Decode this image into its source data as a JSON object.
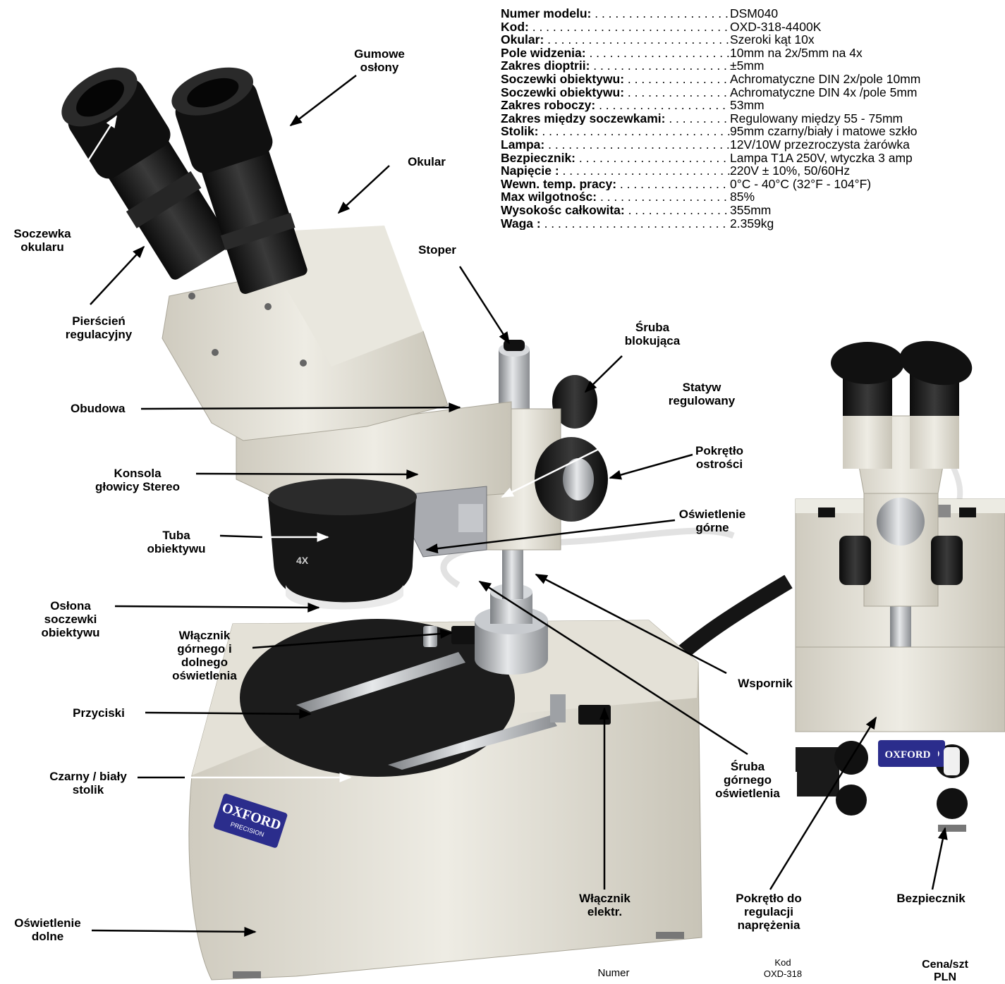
{
  "specs": [
    {
      "k": "Numer modelu:",
      "v": "DSM040"
    },
    {
      "k": "Kod:",
      "v": "OXD-318-4400K"
    },
    {
      "k": "Okular:",
      "v": "Szeroki kąt 10x"
    },
    {
      "k": "Pole widzenia:",
      "v": "10mm na 2x/5mm na 4x"
    },
    {
      "k": "Zakres dioptrii:",
      "v": "±5mm"
    },
    {
      "k": "Soczewki obiektywu:",
      "v": "Achromatyczne DIN 2x/pole 10mm"
    },
    {
      "k": "Soczewki obiektywu:",
      "v": "Achromatyczne DIN 4x /pole 5mm"
    },
    {
      "k": "Zakres roboczy:",
      "v": "53mm"
    },
    {
      "k": "Zakres między soczewkami:",
      "v": "Regulowany między 55 - 75mm"
    },
    {
      "k": "Stolik:",
      "v": "95mm czarny/biały i matowe szkło"
    },
    {
      "k": "Lampa:",
      "v": "12V/10W przezroczysta żarówka"
    },
    {
      "k": "Bezpiecznik:",
      "v": "Lampa T1A 250V, wtyczka 3 amp"
    },
    {
      "k": "Napięcie :",
      "v": "220V ± 10%, 50/60Hz"
    },
    {
      "k": "Wewn. temp. pracy:",
      "v": "0°C - 40°C (32°F - 104°F)"
    },
    {
      "k": "Max wilgotnośc:",
      "v": "85%"
    },
    {
      "k": "Wysokośc całkowita:",
      "v": "355mm"
    },
    {
      "k": "Waga :",
      "v": "2.359kg"
    }
  ],
  "labels": {
    "gumowe": "Gumowe\nosłony",
    "okular": "Okular",
    "soczewka": "Soczewka\nokularu",
    "stoper": "Stoper",
    "pierscien": "Pierścień\nregulacyjny",
    "sruba_blok": "Śruba\nblokująca",
    "statyw": "Statyw\nregulowany",
    "obudowa": "Obudowa",
    "pokretlo_ostr": "Pokrętło\nostrości",
    "konsola": "Konsola\ngłowicy Stereo",
    "osw_gorne": "Oświetlenie\ngórne",
    "tuba": "Tuba\nobiektywu",
    "oslona": "Osłona\nsoczewki\nobiektywu",
    "wlacznik_gd": "Włącznik\ngórnego i\ndolnego\noświetlenia",
    "wspornik": "Wspornik",
    "przyciski": "Przyciski",
    "sruba_gorn": "Śruba\ngórnego\noświetlenia",
    "stolik": "Czarny / biały\nstolik",
    "wlacznik_el": "Włącznik\nelektr.",
    "pokretlo_nap": "Pokrętło do\nregulacji\nnaprężenia",
    "bezpiecznik": "Bezpiecznik",
    "osw_dolne": "Oświetlenie\ndolne"
  },
  "logo": {
    "line1": "OXFORD",
    "line2": "PRECISION"
  },
  "objective_mark": "4X",
  "footer": {
    "numer": "Numer",
    "kod": "Kod\nOXD-318",
    "cena": "Cena/szt\nPLN"
  },
  "colors": {
    "body": "#e8e6dc",
    "black": "#1a1a1a",
    "logo": "#2b2d8c",
    "stage": "#222222",
    "metal": "#b9bcc0"
  }
}
